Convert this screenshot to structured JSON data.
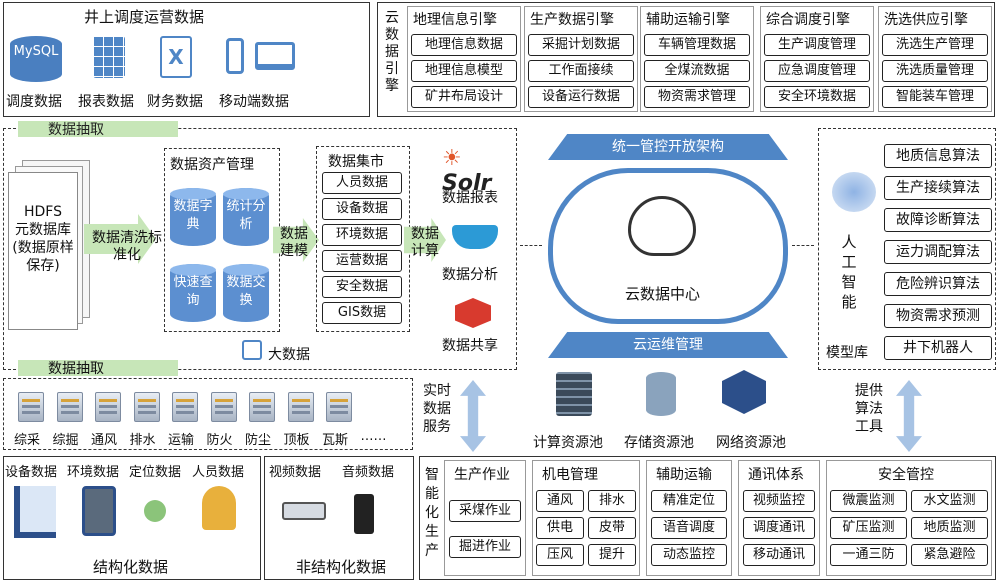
{
  "top_left": {
    "title": "井上调度运营数据",
    "items": [
      "调度数据",
      "报表数据",
      "财务数据",
      "移动端数据"
    ],
    "mysql_label": "MySQL"
  },
  "cloud_engines": {
    "vertical_label": "云数据引擎",
    "columns": [
      {
        "title": "地理信息引擎",
        "items": [
          "地理信息数据",
          "地理信息模型",
          "矿井布局设计"
        ]
      },
      {
        "title": "生产数据引擎",
        "items": [
          "采掘计划数据",
          "工作面接续",
          "设备运行数据"
        ]
      },
      {
        "title": "辅助运输引擎",
        "items": [
          "车辆管理数据",
          "全煤流数据",
          "物资需求管理"
        ]
      },
      {
        "title": "综合调度引擎",
        "items": [
          "生产调度管理",
          "应急调度管理",
          "安全环境数据"
        ]
      },
      {
        "title": "洗选供应引擎",
        "items": [
          "洗选生产管理",
          "洗选质量管理",
          "智能装车管理"
        ]
      }
    ]
  },
  "extract_top": "数据抽取",
  "extract_bottom": "数据抽取",
  "hdfs": {
    "line1": "HDFS",
    "line2": "元数据库",
    "line3": "(数据原样",
    "line4": "保存)"
  },
  "clean_label": "数据清洗标准化",
  "asset_mgmt": {
    "title": "数据资产管理",
    "cylinders": [
      "数据字典",
      "统计分析",
      "快速查询",
      "数据交换"
    ]
  },
  "modeling_label": "数据建模",
  "market": {
    "title": "数据集市",
    "items": [
      "人员数据",
      "设备数据",
      "环境数据",
      "运营数据",
      "安全数据",
      "GIS数据"
    ]
  },
  "compute_label": "数据计算",
  "tools": [
    {
      "logo": "Solr",
      "label": "数据报表"
    },
    {
      "logo": "docker",
      "label": "数据分析"
    },
    {
      "logo": "redis",
      "label": "数据共享"
    }
  ],
  "bigdata_label": "大数据",
  "center": {
    "open_arch": "统一管控开放架构",
    "cloud_label": "云数据中心",
    "ops": "云运维管理"
  },
  "ai": {
    "vertical_label": "人工智能",
    "algorithms": [
      "地质信息算法",
      "生产接续算法",
      "故障诊断算法",
      "运力调配算法",
      "危险辨识算法",
      "物资需求预测"
    ],
    "model_lib": "模型库",
    "robot": "井下机器人"
  },
  "subsystems": [
    "综采",
    "综掘",
    "通风",
    "排水",
    "运输",
    "防火",
    "防尘",
    "顶板",
    "瓦斯",
    "……"
  ],
  "realtime_service": "实时数据服务",
  "pools": [
    "计算资源池",
    "存储资源池",
    "网络资源池"
  ],
  "algo_tool": "提供算法工具",
  "structured": {
    "items": [
      "设备数据",
      "环境数据",
      "定位数据",
      "人员数据"
    ],
    "label": "结构化数据"
  },
  "unstructured": {
    "items": [
      "视频数据",
      "音频数据"
    ],
    "label": "非结构化数据"
  },
  "smart_production": {
    "vertical_label": "智能化生产",
    "groups": [
      {
        "title": "生产作业",
        "items": [
          "采煤作业",
          "掘进作业"
        ]
      },
      {
        "title": "机电管理",
        "items": [
          "通风",
          "排水",
          "供电",
          "皮带",
          "压风",
          "提升"
        ]
      },
      {
        "title": "辅助运输",
        "items": [
          "精准定位",
          "语音调度",
          "动态监控"
        ]
      },
      {
        "title": "通讯体系",
        "items": [
          "视频监控",
          "调度通讯",
          "移动通讯"
        ]
      },
      {
        "title": "安全管控",
        "items": [
          "微震监测",
          "水文监测",
          "矿压监测",
          "地质监测",
          "一通三防",
          "紧急避险"
        ]
      }
    ]
  },
  "colors": {
    "blue": "#4f86c6",
    "green": "#8bc47a",
    "gray": "#c9d2dc"
  }
}
